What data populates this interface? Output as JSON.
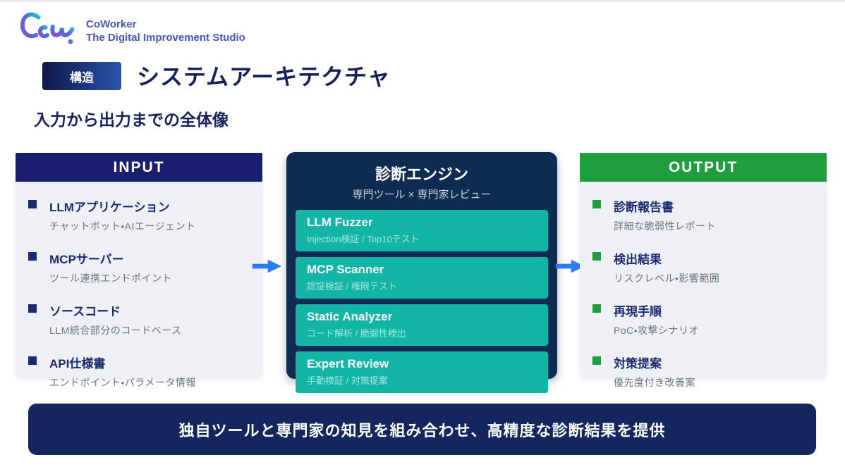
{
  "brand": {
    "logo_text": "Cow.",
    "name": "CoWorker",
    "tagline": "The Digital Improvement Studio"
  },
  "header": {
    "badge": "構造",
    "title": "システムアーキテクチャ"
  },
  "section": {
    "heading": "入力から出力までの全体像"
  },
  "input": {
    "header": "INPUT",
    "items": [
      {
        "title": "LLMアプリケーション",
        "desc": "チャットボット・AIエージェント"
      },
      {
        "title": "MCPサーバー",
        "desc": "ツール連携エンドポイント"
      },
      {
        "title": "ソースコード",
        "desc": "LLM統合部分のコードベース"
      },
      {
        "title": "API仕様書",
        "desc": "エンドポイント・パラメータ情報"
      }
    ]
  },
  "engine": {
    "title": "診断エンジン",
    "subtitle": "専門ツール × 専門家レビュー",
    "tools": [
      {
        "name": "LLM Fuzzer",
        "desc": "Injection検証 / Top10テスト"
      },
      {
        "name": "MCP Scanner",
        "desc": "認証検証 / 権限テスト"
      },
      {
        "name": "Static Analyzer",
        "desc": "コード解析 / 脆弱性検出"
      },
      {
        "name": "Expert Review",
        "desc": "手動検証 / 対策提案"
      }
    ]
  },
  "output": {
    "header": "OUTPUT",
    "items": [
      {
        "title": "診断報告書",
        "desc": "詳細な脆弱性レポート"
      },
      {
        "title": "検出結果",
        "desc": "リスクレベル・影響範囲"
      },
      {
        "title": "再現手順",
        "desc": "PoC・攻撃シナリオ"
      },
      {
        "title": "対策提案",
        "desc": "優先度付き改善案"
      }
    ]
  },
  "banner": {
    "text": "独自ツールと専門家の知見を組み合わせ、高精度な診断結果を提供"
  },
  "colors": {
    "navy_header": "#1a1e6e",
    "engine_card": "#0e2b52",
    "teal_box": "#12b5a6",
    "teal_desc": "#a5e7df",
    "green_header": "#1f9e3e",
    "arrow_blue": "#2b7bf5",
    "banner_navy": "#13265e",
    "panel_bg": "#eef0f5",
    "item_title": "#1b2a70",
    "item_desc": "#6b7280",
    "title_navy": "#15215f",
    "brand_blue": "#4057be",
    "badge_from": "#0e1748",
    "badge_to": "#2a52ae",
    "logo_purple": "#8a4ad8",
    "logo_teal": "#2cc5c4"
  }
}
